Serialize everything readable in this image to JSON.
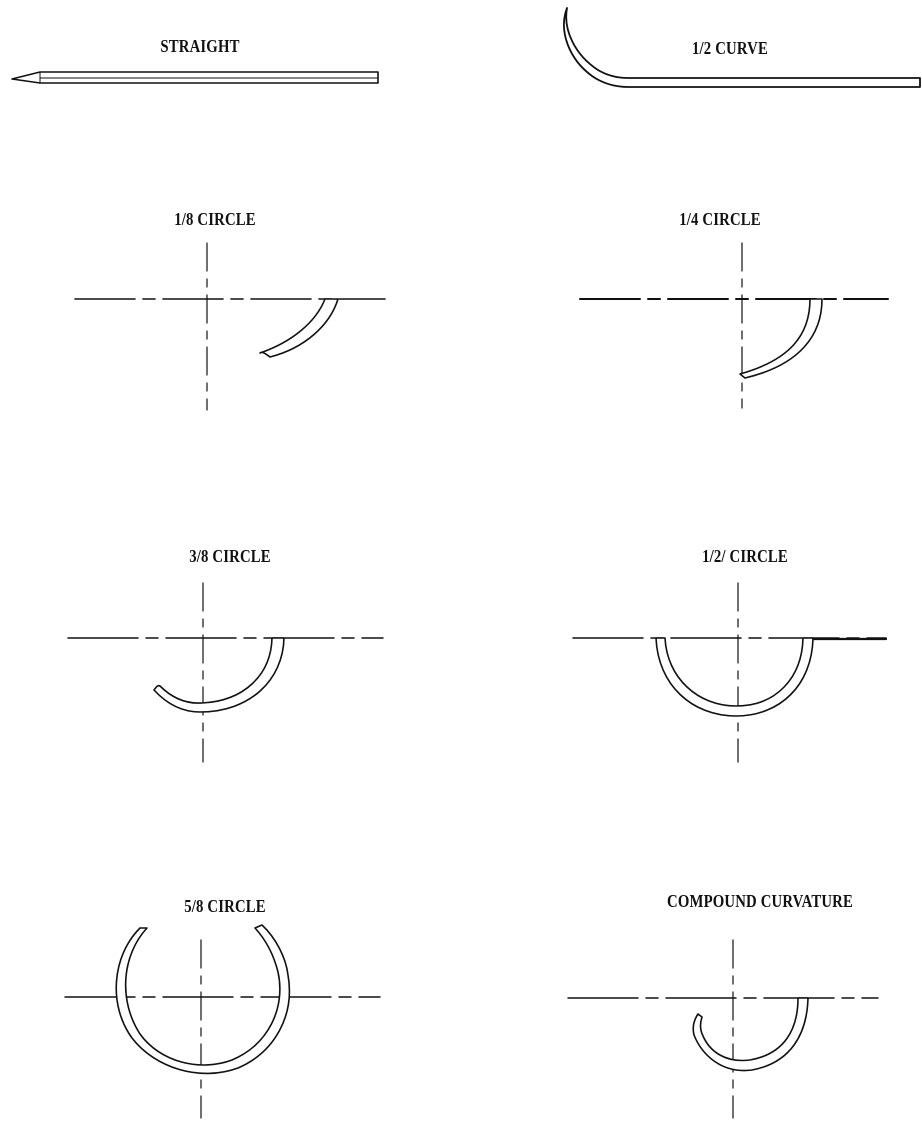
{
  "colors": {
    "ink": "#111111",
    "needle_fill": "#ffffff",
    "background": "#ffffff"
  },
  "panels": [
    {
      "id": "straight",
      "label": "STRAIGHT"
    },
    {
      "id": "half-curve",
      "label": "1/2 CURVE"
    },
    {
      "id": "eighth-circle",
      "label": "1/8 CIRCLE"
    },
    {
      "id": "quarter-circle",
      "label": "1/4 CIRCLE"
    },
    {
      "id": "three-eighths-circle",
      "label": "3/8 CIRCLE"
    },
    {
      "id": "half-circle",
      "label": "1/2/ CIRCLE"
    },
    {
      "id": "five-eighths-circle",
      "label": "5/8 CIRCLE"
    },
    {
      "id": "compound-curvature",
      "label": "COMPOUND CURVATURE"
    }
  ]
}
